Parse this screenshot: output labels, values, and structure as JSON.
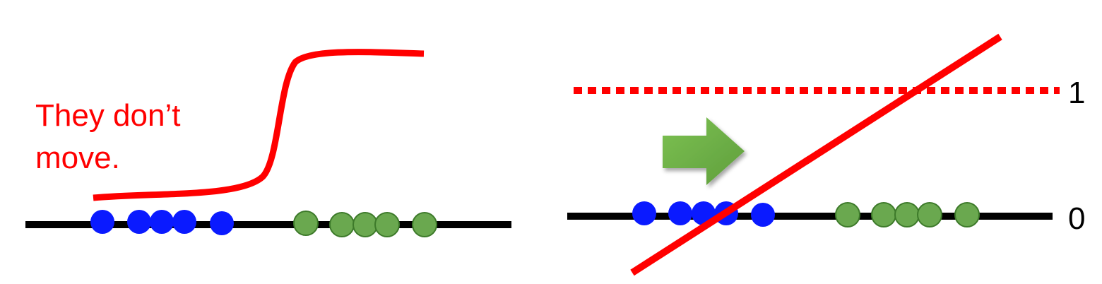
{
  "left_panel": {
    "annotation_lines": [
      "They don’t",
      "move."
    ],
    "class_a_points": [
      1,
      2,
      3,
      4,
      5
    ],
    "class_b_points": [
      1,
      2,
      3,
      4,
      5
    ]
  },
  "right_panel": {
    "label_top": "1",
    "label_bottom": "0",
    "class_a_points": [
      1,
      2,
      3,
      4,
      5
    ],
    "class_b_points": [
      1,
      2,
      3,
      4,
      5
    ]
  },
  "colors": {
    "axis": "#000000",
    "curve": "#ff0000",
    "class_a_fill": "#0a1aff",
    "class_b_fill": "#6aa84f",
    "class_b_stroke": "#3d7a2a",
    "arrow_fill": "#6aac46"
  },
  "icons": {
    "arrow": "right-arrow-icon"
  }
}
